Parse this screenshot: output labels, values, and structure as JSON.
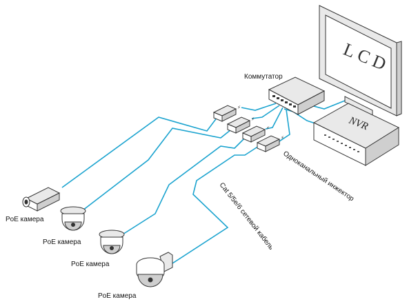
{
  "labels": {
    "switch": "Коммутатор",
    "injector": "Одноканальный инжектор",
    "cable": "Cat 5/5e/6 сетевой кабель",
    "camera_1": "PoE камера",
    "camera_2": "PoE камера",
    "camera_3": "PoE камера",
    "camera_4": "PoE камера"
  },
  "devices": {
    "monitor": "LCD",
    "recorder": "NVR"
  },
  "colors": {
    "cable": "#1aa3cf",
    "outline": "#333333"
  }
}
